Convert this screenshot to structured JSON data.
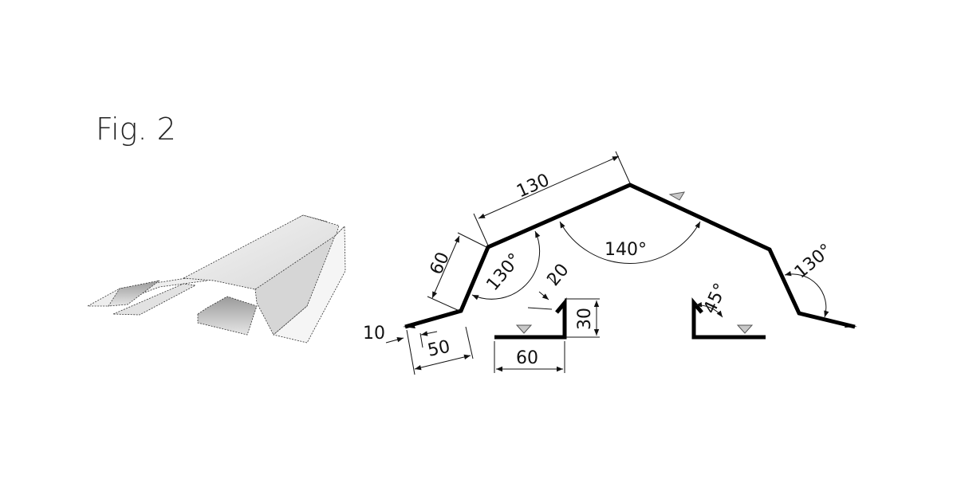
{
  "figure": {
    "title": "Fig. 2",
    "dimensions": {
      "top_slope_length": "130",
      "ridge_angle": "140°",
      "side_length": "60",
      "left_bend_angle": "130°",
      "right_bend_angle": "130°",
      "hem_offset": "20",
      "angle_piece_height": "30",
      "angle_piece_width": "60",
      "flange_length": "50",
      "hem_length": "10",
      "angle_45": "45°"
    },
    "colors": {
      "line": "#000000",
      "marker": "#c8c8c8"
    }
  }
}
